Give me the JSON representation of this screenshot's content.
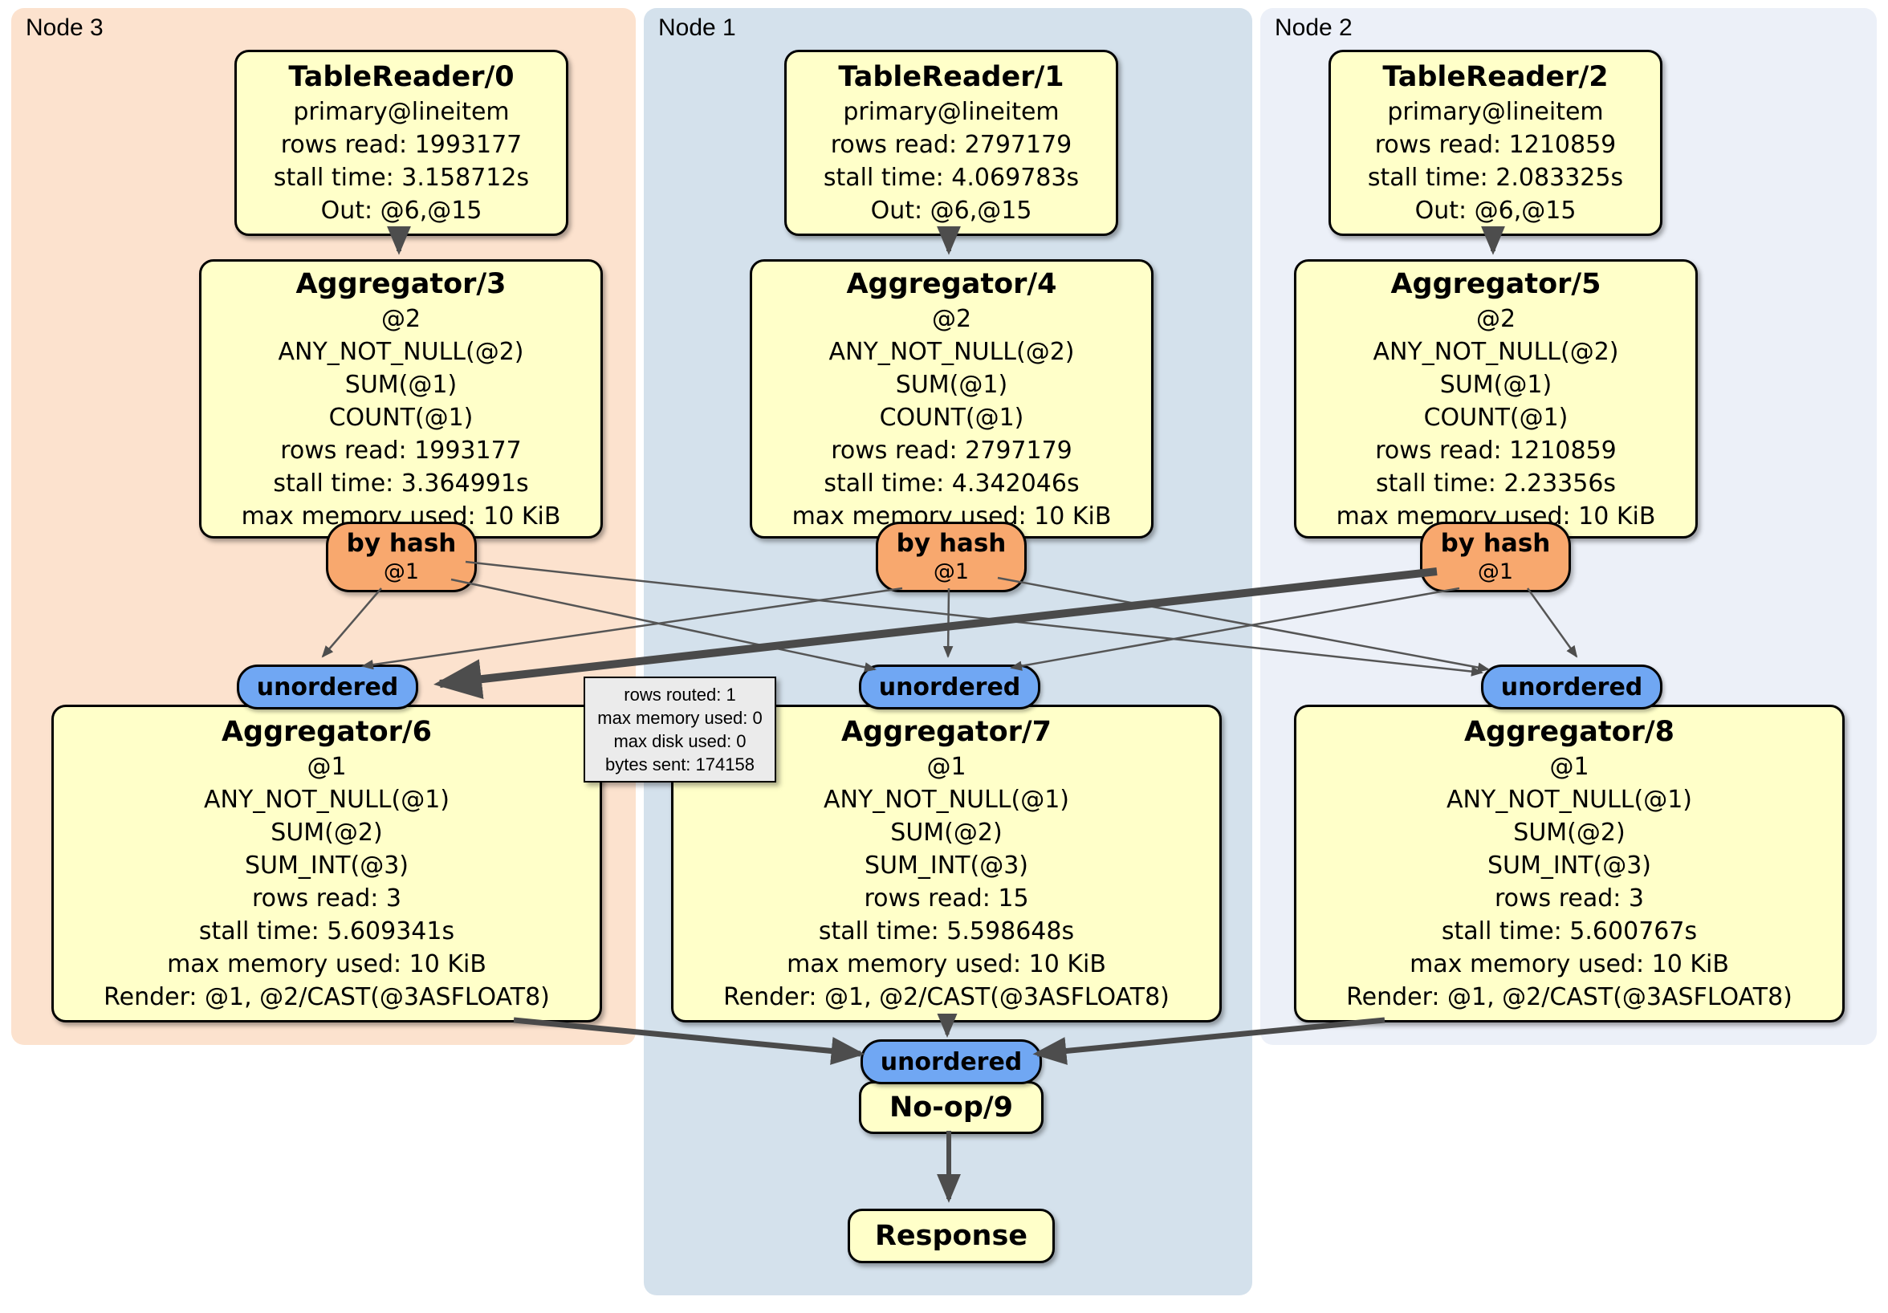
{
  "regions": {
    "node3": {
      "label": "Node 3"
    },
    "node1": {
      "label": "Node 1"
    },
    "node2": {
      "label": "Node 2"
    }
  },
  "processors": {
    "tr0": {
      "title": "TableReader/0",
      "lines": [
        "primary@lineitem",
        "rows read: 1993177",
        "stall time: 3.158712s",
        "Out: @6,@15"
      ]
    },
    "tr1": {
      "title": "TableReader/1",
      "lines": [
        "primary@lineitem",
        "rows read: 2797179",
        "stall time: 4.069783s",
        "Out: @6,@15"
      ]
    },
    "tr2": {
      "title": "TableReader/2",
      "lines": [
        "primary@lineitem",
        "rows read: 1210859",
        "stall time: 2.083325s",
        "Out: @6,@15"
      ]
    },
    "agg3": {
      "title": "Aggregator/3",
      "lines": [
        "@2",
        "ANY_NOT_NULL(@2)",
        "SUM(@1)",
        "COUNT(@1)",
        "rows read: 1993177",
        "stall time: 3.364991s",
        "max memory used: 10 KiB"
      ]
    },
    "agg4": {
      "title": "Aggregator/4",
      "lines": [
        "@2",
        "ANY_NOT_NULL(@2)",
        "SUM(@1)",
        "COUNT(@1)",
        "rows read: 2797179",
        "stall time: 4.342046s",
        "max memory used: 10 KiB"
      ]
    },
    "agg5": {
      "title": "Aggregator/5",
      "lines": [
        "@2",
        "ANY_NOT_NULL(@2)",
        "SUM(@1)",
        "COUNT(@1)",
        "rows read: 1210859",
        "stall time: 2.23356s",
        "max memory used: 10 KiB"
      ]
    },
    "agg6": {
      "title": "Aggregator/6",
      "lines": [
        "@1",
        "ANY_NOT_NULL(@1)",
        "SUM(@2)",
        "SUM_INT(@3)",
        "rows read: 3",
        "stall time: 5.609341s",
        "max memory used: 10 KiB",
        "Render: @1, @2/CAST(@3ASFLOAT8)"
      ]
    },
    "agg7": {
      "title": "Aggregator/7",
      "lines": [
        "@1",
        "ANY_NOT_NULL(@1)",
        "SUM(@2)",
        "SUM_INT(@3)",
        "rows read: 15",
        "stall time: 5.598648s",
        "max memory used: 10 KiB",
        "Render: @1, @2/CAST(@3ASFLOAT8)"
      ]
    },
    "agg8": {
      "title": "Aggregator/8",
      "lines": [
        "@1",
        "ANY_NOT_NULL(@1)",
        "SUM(@2)",
        "SUM_INT(@3)",
        "rows read: 3",
        "stall time: 5.600767s",
        "max memory used: 10 KiB",
        "Render: @1, @2/CAST(@3ASFLOAT8)"
      ]
    },
    "noop": {
      "title": "No-op/9"
    },
    "response": {
      "title": "Response"
    }
  },
  "router": {
    "label": "by hash",
    "stream": "@1"
  },
  "sync": {
    "label": "unordered"
  },
  "edge_tooltip": {
    "lines": [
      "rows routed: 1",
      "max memory used: 0",
      "max disk used: 0",
      "bytes sent: 174158"
    ]
  },
  "colors": {
    "processor_fill": "#FFFFC9",
    "router_fill": "#F8A86E",
    "sync_fill": "#70A7F3",
    "node3_bg": "#FCE2CE",
    "node1_bg": "#D4E1EC",
    "node2_bg": "#ECF0F8",
    "edge": "#4D4D4D",
    "tooltip_bg": "#EBEBEB"
  }
}
